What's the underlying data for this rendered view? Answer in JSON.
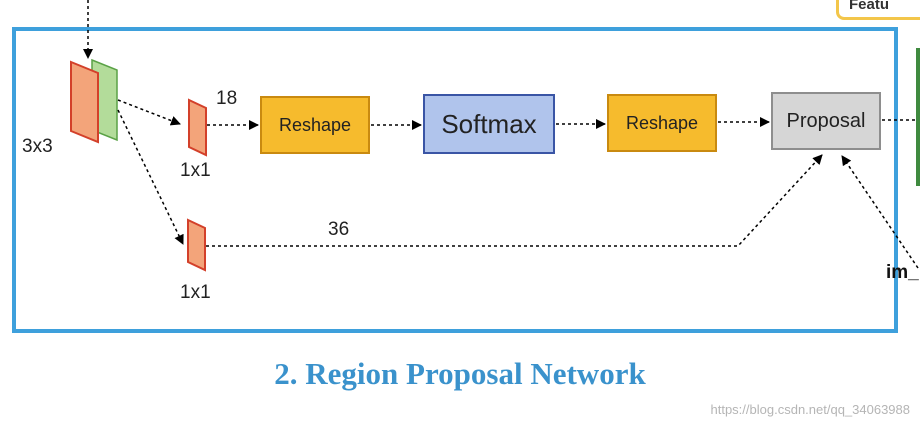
{
  "title": "2. Region Proposal Network",
  "watermark": "https://blog.csdn.net/qq_34063988",
  "top_partial_label": "Featu",
  "right_partial_label": "im_",
  "nodes": {
    "conv3x3_label": "3x3",
    "cls_conv_label": "1x1",
    "reg_conv_label": "1x1",
    "cls_channels": "18",
    "reg_channels": "36",
    "reshape_1": "Reshape",
    "softmax": "Softmax",
    "reshape_2": "Reshape",
    "proposal": "Proposal"
  },
  "colors": {
    "frame": "#3ea0dc",
    "title": "#3a92cc",
    "reshape_fill": "#f6bb2d",
    "softmax_fill": "#b0c4ec",
    "proposal_fill": "#d6d6d6",
    "conv_orange": "#f3a47a",
    "conv_green": "#b3dc9a"
  }
}
